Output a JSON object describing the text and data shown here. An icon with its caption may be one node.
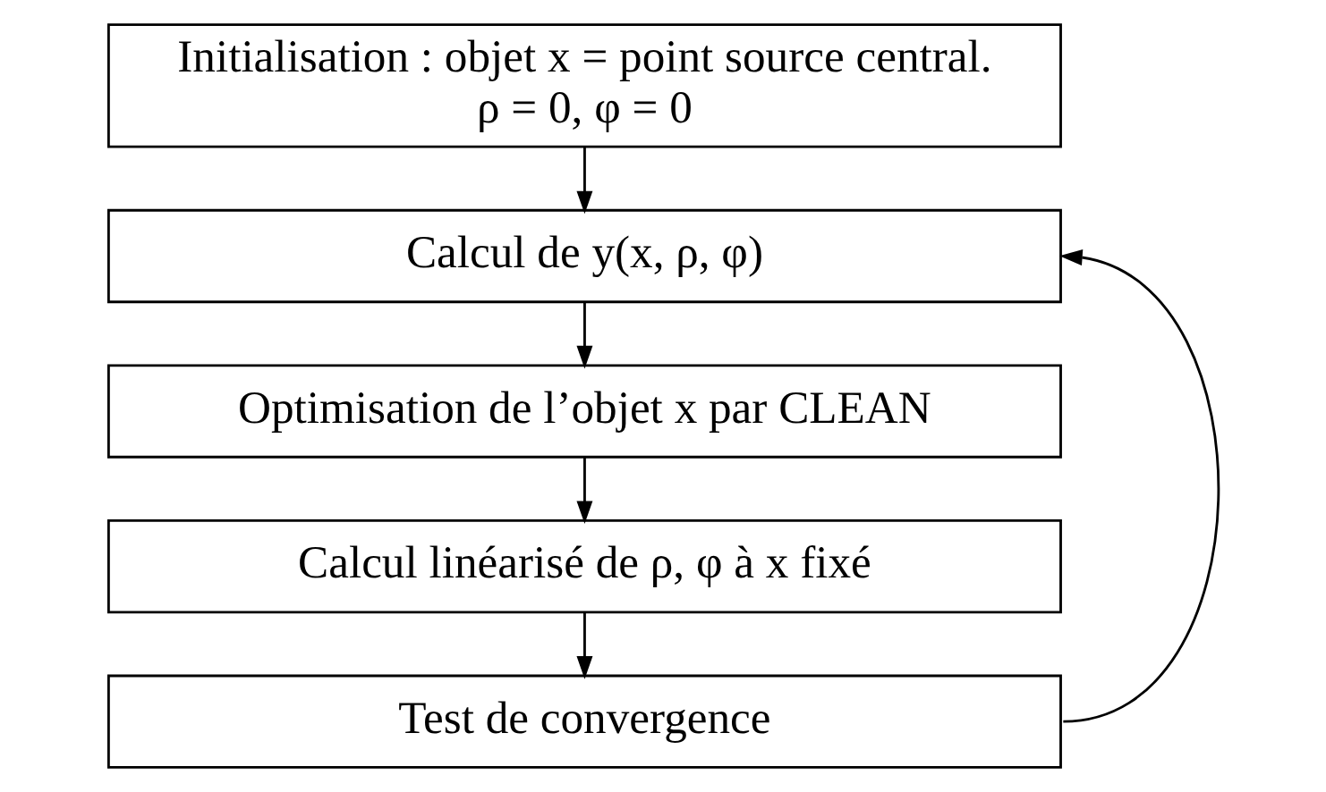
{
  "diagram": {
    "nodes": [
      {
        "text": [
          "Initialisation : objet x = point source central.",
          "ρ = 0, φ = 0"
        ]
      },
      {
        "text": [
          "Calcul de y(x, ρ, φ)"
        ]
      },
      {
        "text": [
          "Optimisation de l’objet x par CLEAN"
        ]
      },
      {
        "text": [
          "Calcul linéarisé de ρ, φ à x fixé"
        ]
      },
      {
        "text": [
          "Test de convergence"
        ]
      }
    ],
    "edges": [
      {
        "from": 0,
        "to": 1,
        "arrow": "to"
      },
      {
        "from": 1,
        "to": 2,
        "arrow": "to"
      },
      {
        "from": 2,
        "to": 3,
        "arrow": "to"
      },
      {
        "from": 3,
        "to": 4,
        "arrow": "to"
      },
      {
        "from": 4,
        "to": 1,
        "arrow": "to"
      }
    ]
  }
}
